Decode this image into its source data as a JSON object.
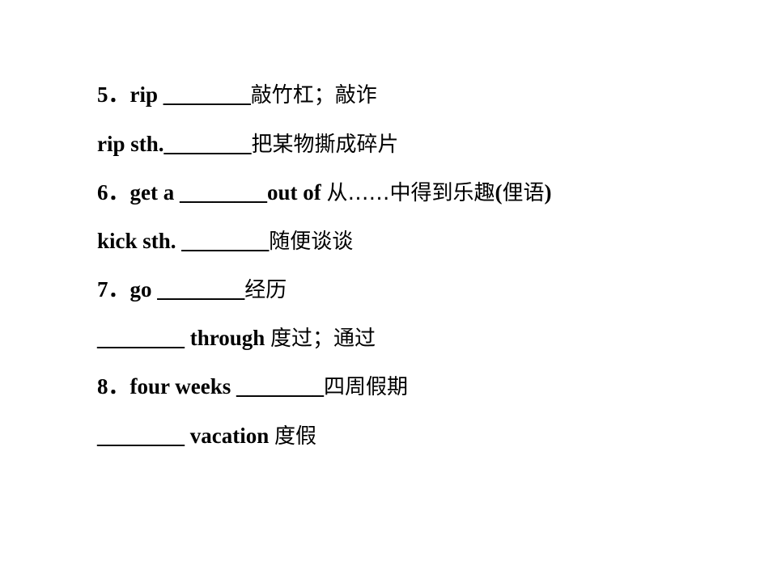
{
  "lines": [
    {
      "id": "line-5",
      "number": "5．",
      "en": "rip ________",
      "zh": "敲竹杠；敲诈"
    },
    {
      "id": "line-5b",
      "number": "",
      "en": "rip sth.________",
      "zh": "把某物撕成碎片"
    },
    {
      "id": "line-6",
      "number": "6．",
      "en": "get a ________out of ",
      "zh": "从……中得到乐趣",
      "tail_en": "(",
      "tail_zh": "俚语",
      "tail_en2": ")"
    },
    {
      "id": "line-6b",
      "number": "",
      "en": "kick sth. ________",
      "zh": "随便谈谈"
    },
    {
      "id": "line-7",
      "number": "7．",
      "en": "go ________",
      "zh": "经历"
    },
    {
      "id": "line-7b",
      "number": "",
      "en": "________ through ",
      "zh": " 度过；通过"
    },
    {
      "id": "line-8",
      "number": "8．",
      "en": "four weeks ________",
      "zh": "四周假期"
    },
    {
      "id": "line-8b",
      "number": "",
      "en": "________ vacation ",
      "zh": "度假"
    }
  ]
}
